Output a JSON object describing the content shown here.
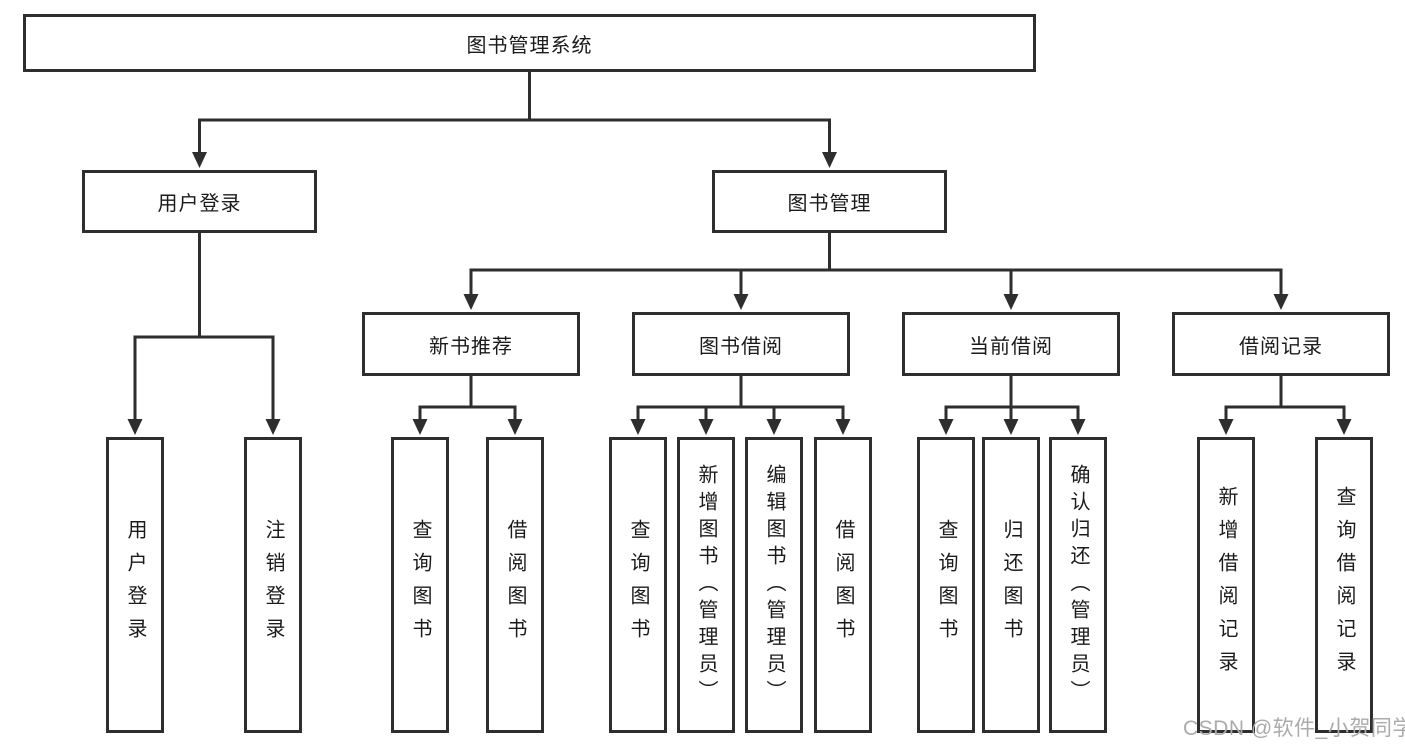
{
  "diagram": {
    "root": {
      "label": "图书管理系统"
    },
    "level2": [
      {
        "label": "用户登录"
      },
      {
        "label": "图书管理"
      }
    ],
    "level3": [
      {
        "label": "新书推荐"
      },
      {
        "label": "图书借阅"
      },
      {
        "label": "当前借阅"
      },
      {
        "label": "借阅记录"
      }
    ],
    "leaves": {
      "user_login": [
        {
          "label": "用户登录"
        },
        {
          "label": "注销登录"
        }
      ],
      "new_book_recommend": [
        {
          "label": "查询图书"
        },
        {
          "label": "借阅图书"
        }
      ],
      "book_borrow": [
        {
          "label": "查询图书"
        },
        {
          "label": "新增图书（管理员）"
        },
        {
          "label": "编辑图书（管理员）"
        },
        {
          "label": "借阅图书"
        }
      ],
      "current_borrow": [
        {
          "label": "查询图书"
        },
        {
          "label": "归还图书"
        },
        {
          "label": "确认归还（管理员）"
        }
      ],
      "borrow_record": [
        {
          "label": "新增借阅记录"
        },
        {
          "label": "查询借阅记录"
        }
      ]
    }
  },
  "watermark": {
    "text": "CSDN @软件_小贺同学"
  },
  "colors": {
    "line": "#2e2e2e",
    "box_border": "#2e2e2e",
    "box_background": "#ffffff",
    "text": "#1b1b1b",
    "page_background": "#ffffff",
    "watermark": "#ababab"
  }
}
